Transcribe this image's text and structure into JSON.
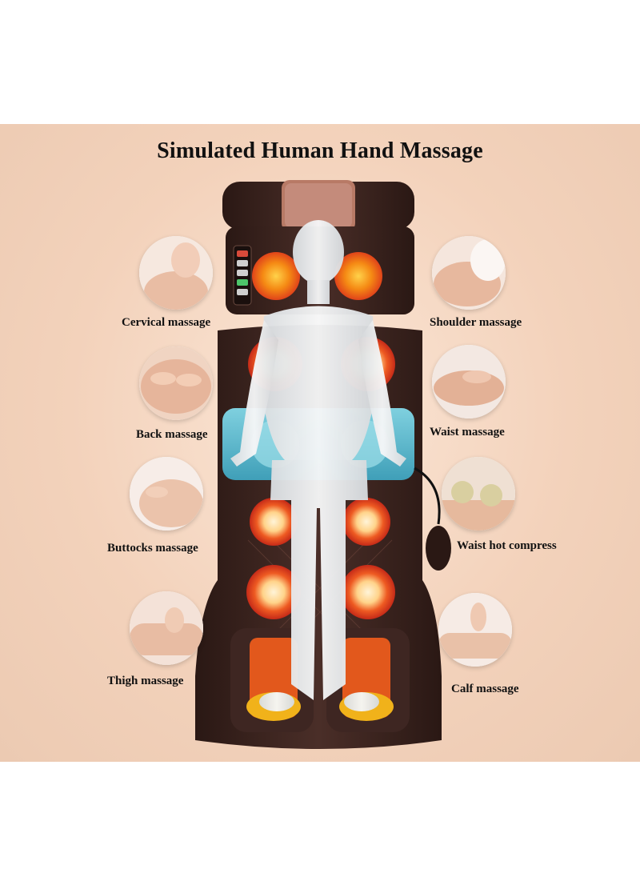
{
  "title": "Simulated Human Hand Massage",
  "labels": {
    "cervical": "Cervical massage",
    "shoulder": "Shoulder massage",
    "back": "Back massage",
    "waist": "Waist massage",
    "buttocks": "Buttocks massage",
    "waist_hot_compress": "Waist hot compress",
    "thigh": "Thigh massage",
    "calf": "Calf massage"
  },
  "colors": {
    "background": "#f3d2bb",
    "mat_brown": "#3b2420",
    "heat_orange": "#f07a12",
    "heat_red": "#d8321b",
    "cool_blue": "#5fb5c9",
    "figure_white": "#eef0f2"
  },
  "icons": [
    "control-panel-icon",
    "air-pump-icon"
  ]
}
